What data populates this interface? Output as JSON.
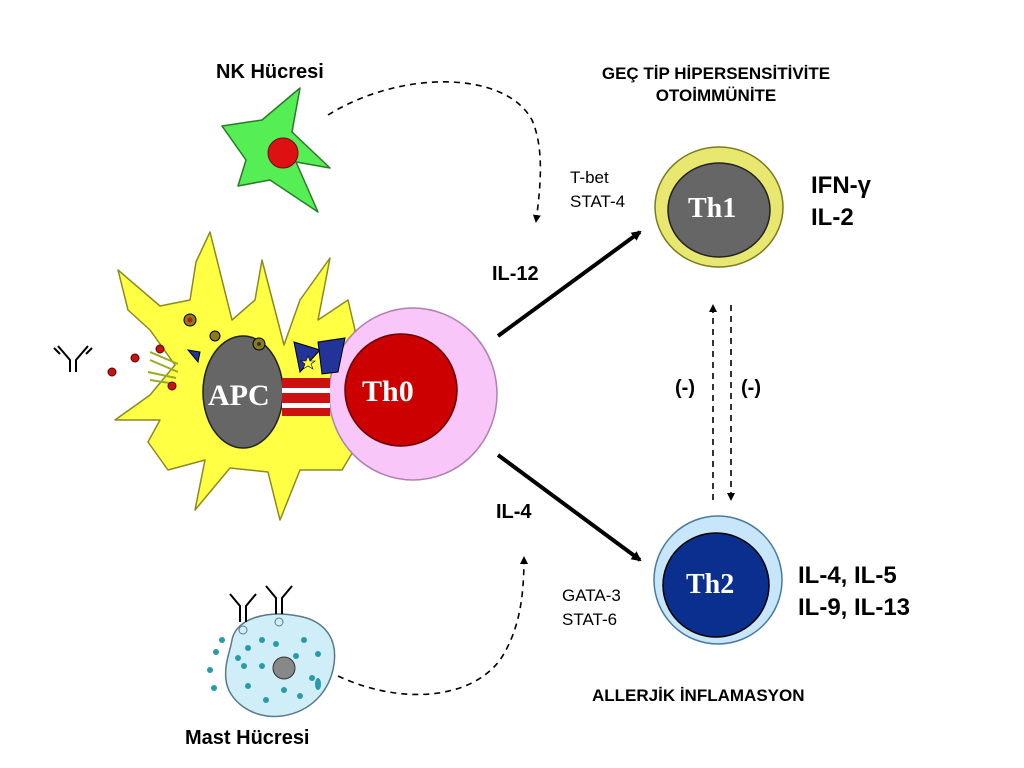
{
  "colors": {
    "nk_cell": "#55ee55",
    "apc_cell": "#ffff44",
    "th0_outer": "#f8c6f8",
    "th0_inner": "#cc0000",
    "th1_outer": "#e8e870",
    "th1_inner": "#666666",
    "th2_outer": "#c8e6fa",
    "th2_inner": "#0a2f8f",
    "mast_cell": "#cfeef8",
    "nucleus_grey": "#666666"
  },
  "icons": [
    "antibody-icon",
    "antigen-dots-icon",
    "granule-icon"
  ],
  "labels": {
    "nk": "NK Hücresi",
    "mast": "Mast Hücresi",
    "apc": "APC",
    "th0": "Th0",
    "th1": "Th1",
    "th2": "Th2",
    "th1_effect_line1": "GEÇ TİP HİPERSENSİTİVİTE",
    "th1_effect_line2": "OTOİMMÜNİTE",
    "th2_effect": "ALLERJİK İNFLAMASYON",
    "th1_tf_1": "T-bet",
    "th1_tf_2": "STAT-4",
    "th2_tf_1": "GATA-3",
    "th2_tf_2": "STAT-6",
    "th1_cytokine_1": "IFN-γ",
    "th1_cytokine_2": "IL-2",
    "th2_cytokine_1": "IL-4, IL-5",
    "th2_cytokine_2": "IL-9, IL-13",
    "arrow_il12": "IL-12",
    "arrow_il4": "IL-4",
    "inhibit_left": "(-)",
    "inhibit_right": "(-)"
  }
}
